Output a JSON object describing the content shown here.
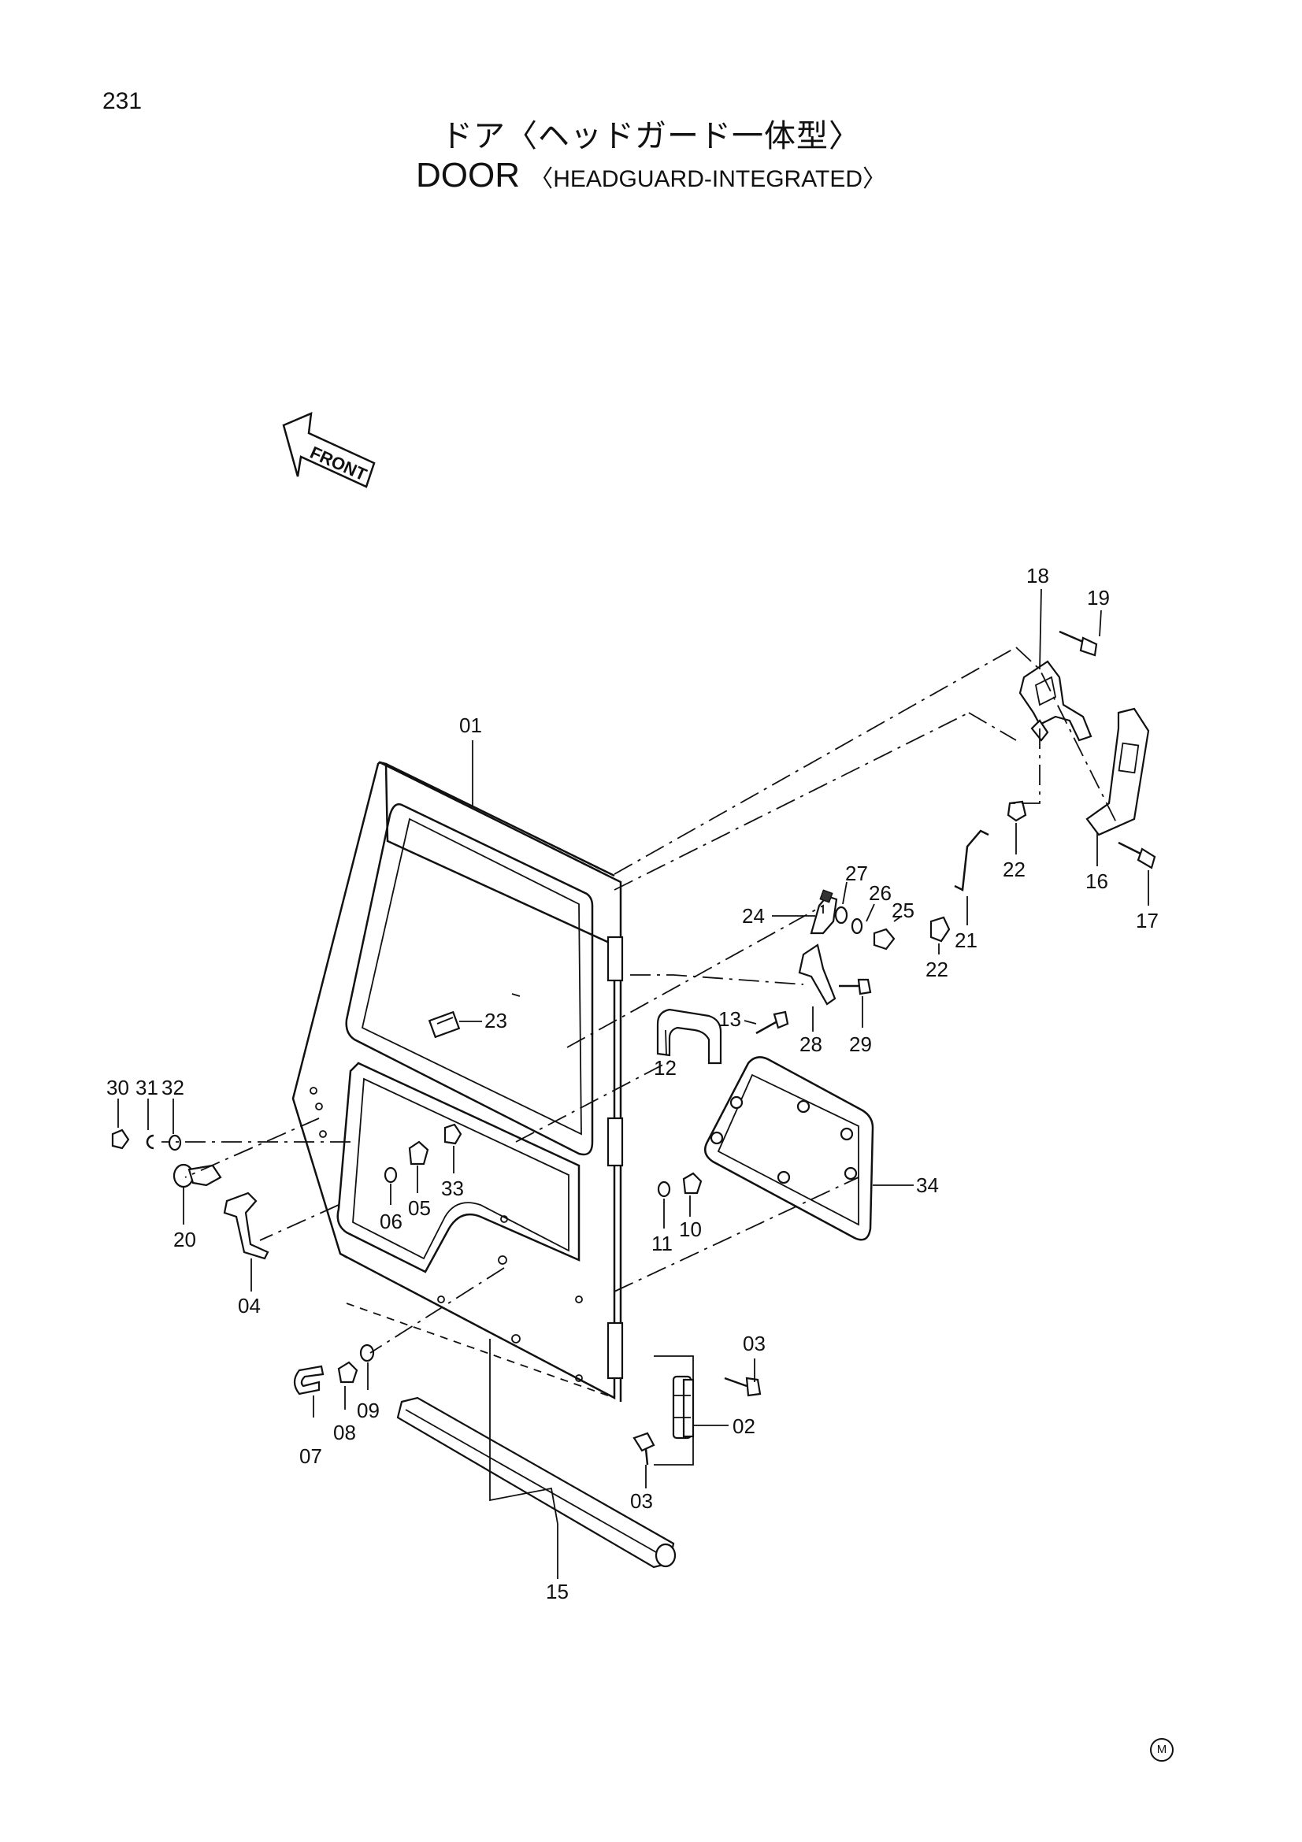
{
  "page_number": "231",
  "title_jp": "ドア〈ヘッドガード一体型〉",
  "title_en_main": "DOOR",
  "title_en_sub": "〈HEADGUARD-INTEGRATED〉",
  "front_label": "FRONT",
  "corner_mark": "M",
  "callouts": {
    "c01": "01",
    "c02": "02",
    "c03a": "03",
    "c03b": "03",
    "c04": "04",
    "c05": "05",
    "c06": "06",
    "c07": "07",
    "c08": "08",
    "c09": "09",
    "c10": "10",
    "c11": "11",
    "c12": "12",
    "c13": "13",
    "c15": "15",
    "c16": "16",
    "c17": "17",
    "c18": "18",
    "c19": "19",
    "c20": "20",
    "c21": "21",
    "c22a": "22",
    "c22b": "22",
    "c23": "23",
    "c24": "24",
    "c25": "25",
    "c26": "26",
    "c27": "27",
    "c28": "28",
    "c29": "29",
    "c30": "30",
    "c31": "31",
    "c32": "32",
    "c33": "33",
    "c34": "34"
  }
}
